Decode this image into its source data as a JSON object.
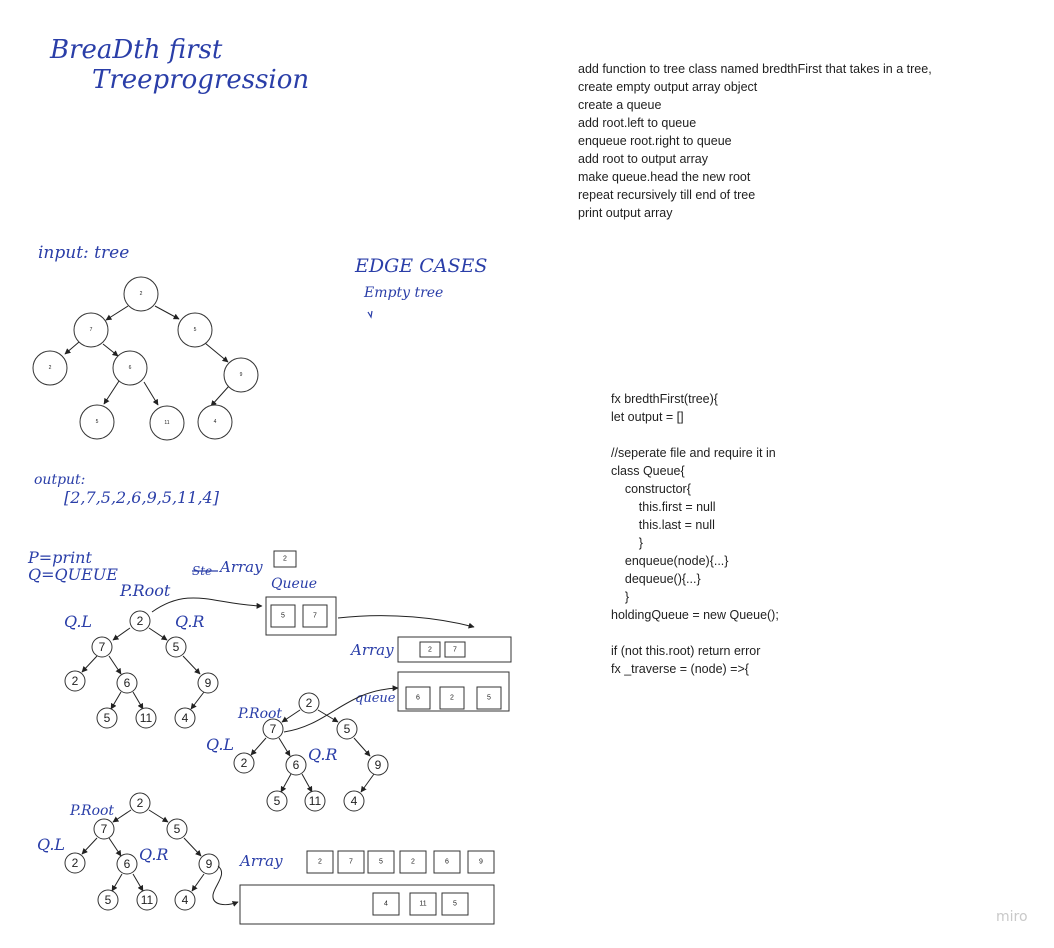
{
  "title": [
    "BreaDth first",
    "Treeprogression"
  ],
  "notes": [
    "add function to tree class named bredthFirst that takes in a tree,",
    "create empty output array object",
    "create a queue",
    "add root.left to queue",
    "enqueue root.right to queue",
    "add root to output array",
    "make queue.head the new root",
    "repeat recursively till end of tree",
    "print output array"
  ],
  "code": [
    "fx bredthFirst(tree){",
    "let output = []",
    "",
    "//seperate file and require it in",
    "class Queue{",
    "    constructor{",
    "        this.first = null",
    "        this.last = null",
    "        }",
    "    enqueue(node){...}",
    "    dequeue(){...}",
    "    }",
    "holdingQueue = new Queue();",
    "",
    "if (not this.root) return error",
    "fx _traverse = (node) =>{"
  ],
  "input_label": "input: tree",
  "edge_cases": {
    "title": "EDGE CASES",
    "item": "Empty tree"
  },
  "output": {
    "label": "output:",
    "value": "[2,7,5,2,6,9,5,11,4]"
  },
  "legend": [
    "P=print",
    "Q=QUEUE"
  ],
  "labels": {
    "p_root": "P.Root",
    "q_l": "Q.L",
    "q_r": "Q.R",
    "array": "Array",
    "queue": "Queue",
    "queue_lower": "queue",
    "array_struck": "Ste"
  },
  "tree_values": {
    "root": "2",
    "l": "7",
    "r": "5",
    "ll": "2",
    "lr": "6",
    "rr": "9",
    "lrl": "5",
    "lrr": "11",
    "rrl": "4"
  },
  "step1": {
    "array": [
      "2"
    ],
    "queue": [
      "5",
      "7"
    ]
  },
  "step2": {
    "array": [
      "2",
      "7"
    ],
    "queue": [
      "6",
      "2",
      "5"
    ]
  },
  "step3": {
    "array": [
      "2",
      "7",
      "5",
      "2",
      "6",
      "9"
    ],
    "queue": [
      "4",
      "11",
      "5"
    ]
  },
  "watermark": "miro",
  "colors": {
    "ink": "#2a3ea8",
    "text": "#1f1f1f",
    "watermark": "#c9c9c9"
  }
}
